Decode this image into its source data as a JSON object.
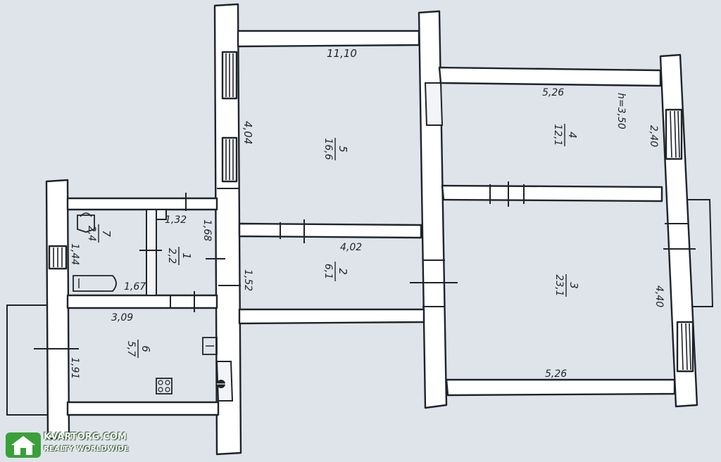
{
  "dimensions": {
    "top_width": "11,10",
    "left_height": "4,04",
    "middle_width": "4,02",
    "middle_height": "1,52",
    "bath_width": "1,32",
    "bath_height": "1,68",
    "bath_depth": "1,44",
    "bath_length": "1,67",
    "kitchen_width": "3,09",
    "kitchen_depth": "1,91",
    "right_top_width": "5,26",
    "right_bottom_width": "5,26",
    "right_top_height": "2,40",
    "right_bottom_height": "4,40",
    "ceiling_height": "h=3,50"
  },
  "rooms": [
    {
      "number": "5",
      "area": "16,6"
    },
    {
      "number": "2",
      "area": "6,1"
    },
    {
      "number": "4",
      "area": "12,1"
    },
    {
      "number": "3",
      "area": "23,1"
    },
    {
      "number": "7",
      "area": "2,4"
    },
    {
      "number": "1",
      "area": "2,2"
    },
    {
      "number": "6",
      "area": "5,7"
    }
  ],
  "watermark": {
    "brand": "KVARTORG.COM",
    "tagline": "REALTY WORLDWIDE"
  },
  "colors": {
    "paper": "#dde3ea",
    "ink": "#1f232b",
    "watermark_green": "#3aa03a"
  },
  "icons": {
    "logo": "house-icon",
    "stove": "stove-icon",
    "sink": "sink-icon",
    "toilet": "toilet-icon",
    "bathtub": "bathtub-icon",
    "heater": "heater-icon"
  }
}
